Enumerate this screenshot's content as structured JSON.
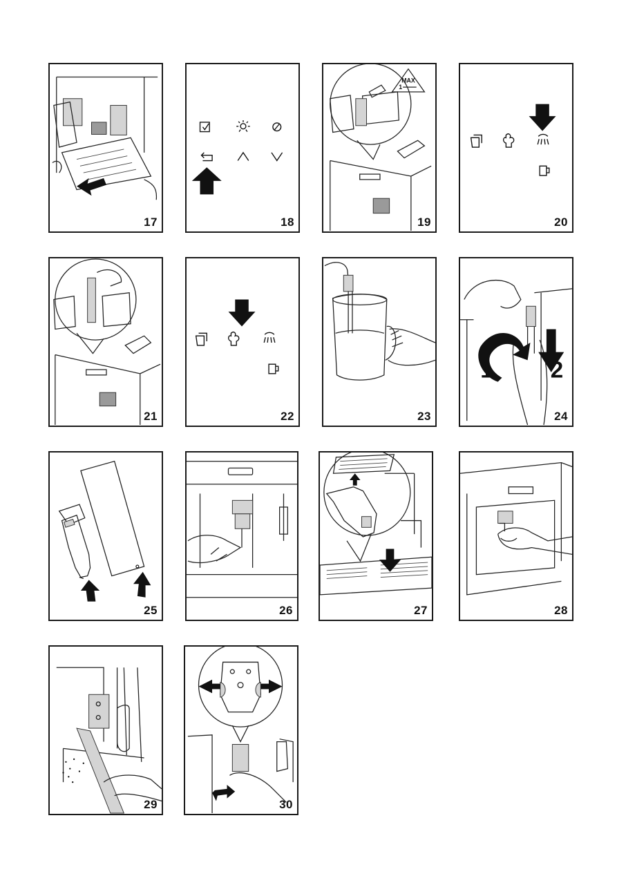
{
  "panels": [
    {
      "number": "17"
    },
    {
      "number": "18"
    },
    {
      "number": "19"
    },
    {
      "number": "20"
    },
    {
      "number": "21"
    },
    {
      "number": "22"
    },
    {
      "number": "23"
    },
    {
      "number": "24"
    },
    {
      "number": "25"
    },
    {
      "number": "26"
    },
    {
      "number": "27"
    },
    {
      "number": "28"
    },
    {
      "number": "29"
    },
    {
      "number": "30"
    }
  ],
  "warning_label": {
    "max": "MAX",
    "level": "1"
  },
  "twist_steps": {
    "step1": "1",
    "step2": "2"
  },
  "icons": {
    "panel18": [
      "checklist-icon",
      "light-icon",
      "descale-icon",
      "back-icon",
      "up-icon",
      "down-icon"
    ],
    "panel20": [
      "cup-icon",
      "steam-icon",
      "rinse-icon",
      "jug-icon"
    ],
    "panel22": [
      "cup-icon",
      "steam-icon",
      "rinse-icon",
      "jug-icon"
    ]
  }
}
